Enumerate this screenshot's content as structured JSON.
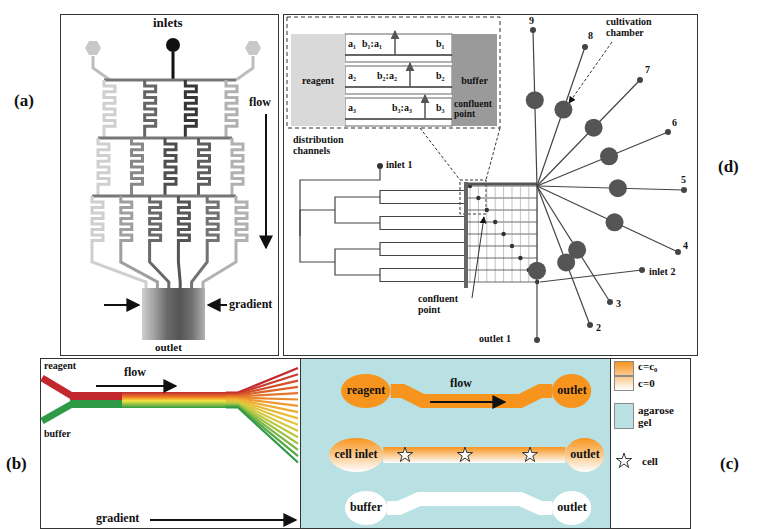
{
  "diagram": {
    "nodes": [
      {
        "text": [
          "reagent"
        ]
      },
      {
        "text": [
          "buffer"
        ]
      },
      {
        "text": [
          "reagent"
        ]
      },
      {
        "text": [
          "outlet"
        ]
      },
      {
        "text": [
          "cell inlet"
        ]
      },
      {
        "text": [
          "outlet"
        ]
      },
      {
        "text": [
          "buffer"
        ]
      },
      {
        "text": [
          "outlet"
        ]
      }
    ],
    "edges": [
      {
        "from": 2,
        "to": 3,
        "arrow": "none"
      },
      {
        "from": 4,
        "to": 5,
        "arrow": "none"
      },
      {
        "from": 6,
        "to": 7,
        "arrow": "none"
      }
    ],
    "labels": [
      "inlets",
      "(a)",
      "flow",
      "gradient",
      "outlet",
      "b₁:a₁",
      "a₁",
      "b₁",
      "b₂:a₂",
      "a₂",
      "b₂",
      "b₃:a₃",
      "a₃",
      "b₃",
      "confluent point",
      "distribution channels",
      "inlet 1",
      "9",
      "8",
      "cultivation chamber",
      "7",
      "6",
      "(d)",
      "5",
      "4",
      "inlet 2",
      "confluent point",
      "3",
      "2",
      "outlet 1",
      "(b)",
      "reagent",
      "flow",
      "buffer",
      "gradient",
      "(c)",
      "flow"
    ],
    "legend": [
      {
        "text": "c=c₀",
        "color": "#f7941d"
      },
      {
        "text": "c=0",
        "color": "#ffffff"
      },
      {
        "text": "agarose gel",
        "color": "#b9e0e3"
      },
      {
        "text": "cell"
      }
    ]
  }
}
